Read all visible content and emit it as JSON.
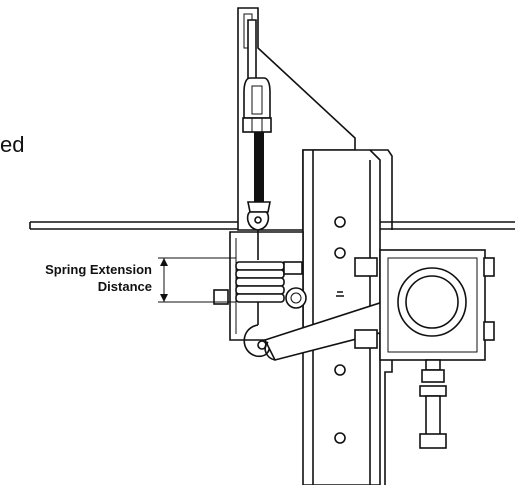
{
  "caption_fragment": "ed",
  "callout": {
    "line1": "Spring Extension",
    "line2": "Distance"
  },
  "colors": {
    "line": "#111111",
    "background": "#ffffff"
  }
}
